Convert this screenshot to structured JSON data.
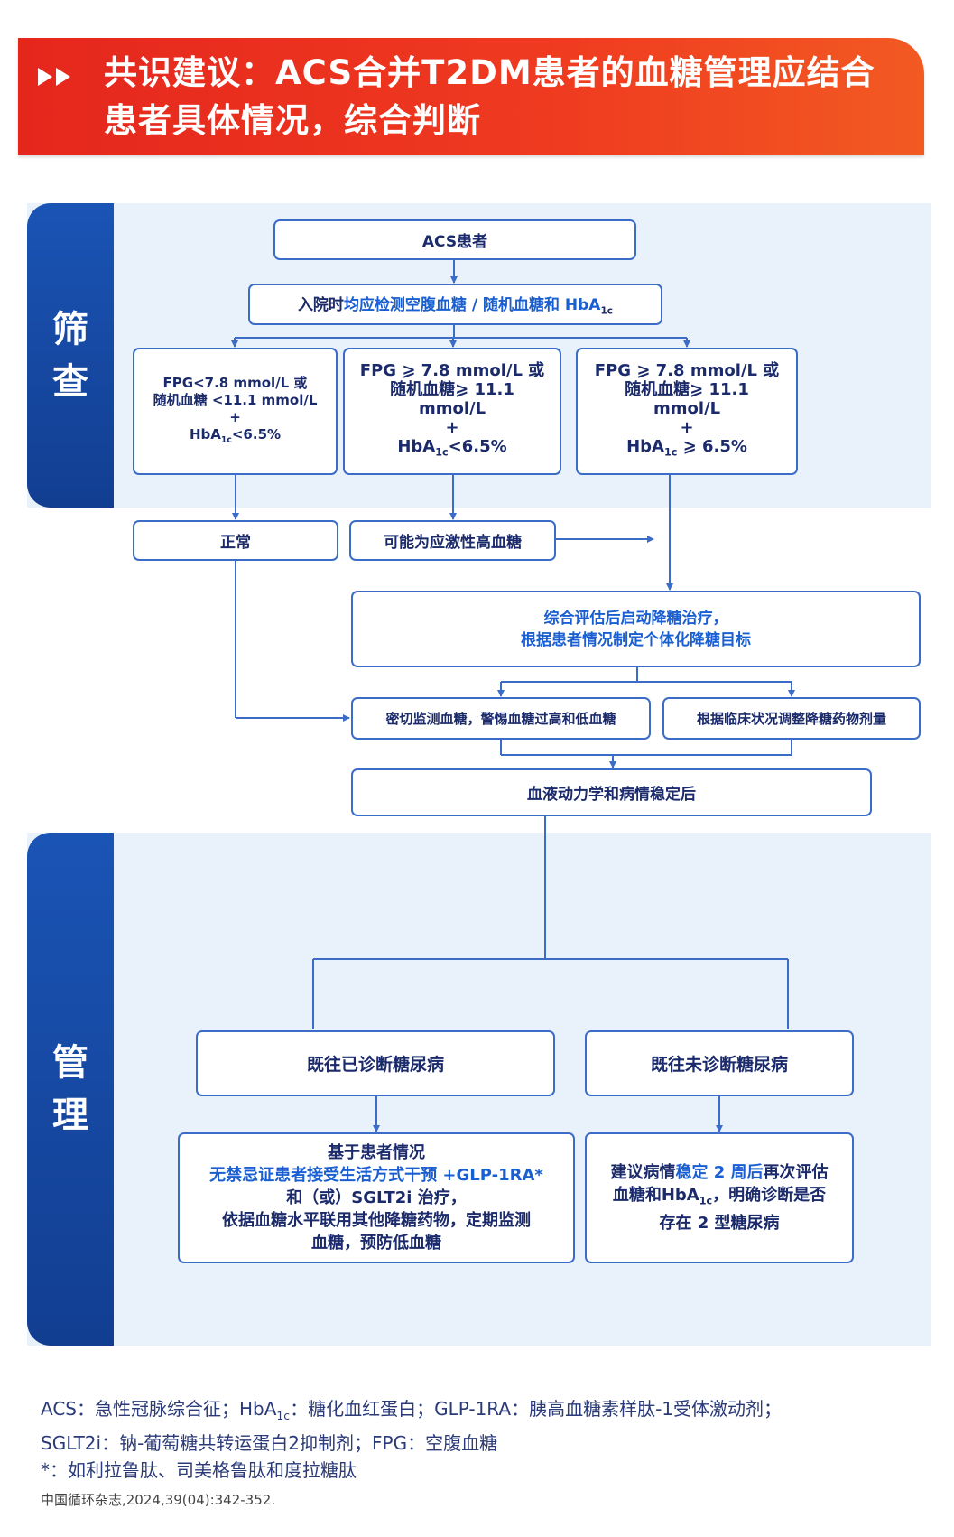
{
  "banner": {
    "title_line1": "共识建议：ACS合并T2DM患者的血糖管理应结合",
    "title_line2": "患者具体情况，综合判断",
    "arrow_icon": "double-right-arrow-icon"
  },
  "sections": {
    "screening": {
      "c1": "筛",
      "c2": "查"
    },
    "management": {
      "c1": "管",
      "c2": "理"
    }
  },
  "flow": {
    "acs_patient": "ACS患者",
    "admission_test": {
      "pre": "入院时",
      "mid": "均应检测空腹血糖 / 随机血糖和 HbA",
      "sub": "1c"
    },
    "cond1": {
      "l1": "FPG<7.8 mmol/L 或",
      "l2": "随机血糖 <11.1 mmol/L",
      "plus": "+",
      "l4": "HbA",
      "l4sub": "1c",
      "l4end": "<6.5%"
    },
    "cond2": {
      "l1": "FPG ⩾ 7.8 mmol/L 或",
      "l2": "随机血糖⩾ 11.1",
      "l3": "mmol/L",
      "plus": "+",
      "l4": "HbA",
      "l4sub": "1c",
      "l4end": "<6.5%"
    },
    "cond3": {
      "l1": "FPG ⩾ 7.8 mmol/L 或",
      "l2": "随机血糖⩾ 11.1",
      "l3": "mmol/L",
      "plus": "+",
      "l4": "HbA",
      "l4sub": "1c",
      "l4end": " ⩾ 6.5%"
    },
    "normal": "正常",
    "stress_hyperglycemia": "可能为应激性高血糖",
    "start_treatment": {
      "l1": "综合评估后启动降糖治疗，",
      "l2": "根据患者情况制定个体化降糖目标"
    },
    "monitor": "密切监测血糖，警惕血糖过高和低血糖",
    "adjust": "根据临床状况调整降糖药物剂量",
    "stable": "血液动力学和病情稳定后",
    "diagnosed": "既往已诊断糖尿病",
    "undiagnosed": "既往未诊断糖尿病",
    "diagnosed_plan": {
      "l1": "基于患者情况",
      "l2": "无禁忌证患者接受生活方式干预 +GLP-1RA*",
      "l3": "和（或）SGLT2i 治疗，",
      "l4": "依据血糖水平联用其他降糖药物，定期监测",
      "l5": "血糖，预防低血糖"
    },
    "undiagnosed_plan": {
      "l1a": "建议病情",
      "l1b": "稳定 2 周后",
      "l1c": "再次评估",
      "l2a": "血糖和HbA",
      "l2sub": "1c",
      "l2b": "，明确诊断是否",
      "l3": "存在 2 型糖尿病"
    }
  },
  "footnote": {
    "l1a": "ACS：急性冠脉综合征；HbA",
    "l1sub": "1c",
    "l1b": "：糖化血红蛋白；GLP-1RA：胰高血糖素样肽-1受体激动剂；",
    "l2": "SGLT2i：钠-葡萄糖共转运蛋白2抑制剂；FPG：空腹血糖",
    "l3": "*：如利拉鲁肽、司美格鲁肽和度拉糖肽"
  },
  "citation": "中国循环杂志,2024,39(04):342-352.",
  "colors": {
    "banner_red": "#e5261d",
    "tab_blue": "#1a54b5",
    "panel_bg": "#e9f1fb",
    "line_blue": "#3a6cc8",
    "text_navy": "#1b2a6b",
    "highlight_blue": "#1a5fd1"
  }
}
